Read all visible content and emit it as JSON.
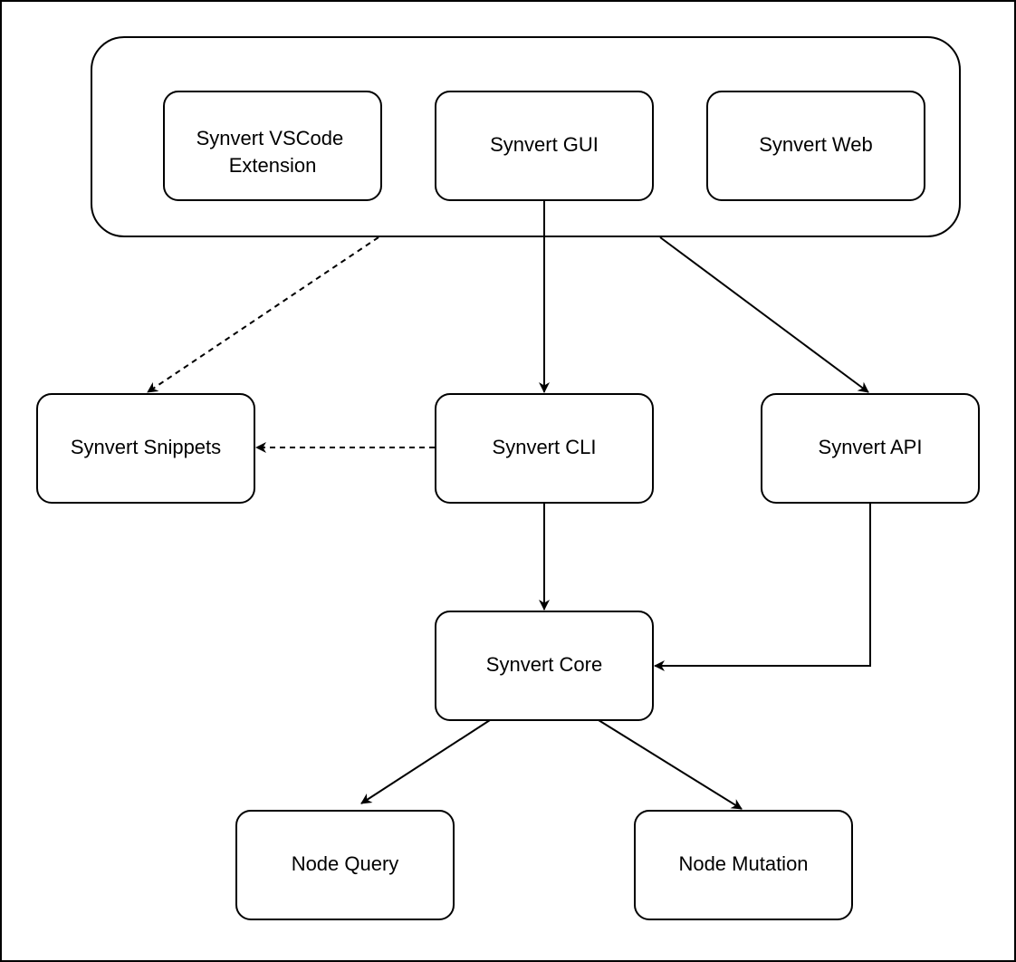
{
  "nodes": {
    "vscode_extension": {
      "line1": "Synvert VSCode",
      "line2": "Extension"
    },
    "gui": {
      "label": "Synvert GUI"
    },
    "web": {
      "label": "Synvert Web"
    },
    "snippets": {
      "label": "Synvert Snippets"
    },
    "cli": {
      "label": "Synvert CLI"
    },
    "api": {
      "label": "Synvert API"
    },
    "core": {
      "label": "Synvert Core"
    },
    "node_query": {
      "label": "Node Query"
    },
    "node_mutation": {
      "label": "Node Mutation"
    }
  },
  "edges": [
    {
      "from": "clients-group",
      "to": "snippets",
      "style": "dashed"
    },
    {
      "from": "gui",
      "to": "cli",
      "style": "solid"
    },
    {
      "from": "clients-group",
      "to": "api",
      "style": "solid"
    },
    {
      "from": "cli",
      "to": "snippets",
      "style": "dashed"
    },
    {
      "from": "cli",
      "to": "core",
      "style": "solid"
    },
    {
      "from": "api",
      "to": "core",
      "style": "solid"
    },
    {
      "from": "core",
      "to": "node_query",
      "style": "solid"
    },
    {
      "from": "core",
      "to": "node_mutation",
      "style": "solid"
    }
  ],
  "colors": {
    "stroke": "#000000",
    "fill": "#ffffff"
  }
}
